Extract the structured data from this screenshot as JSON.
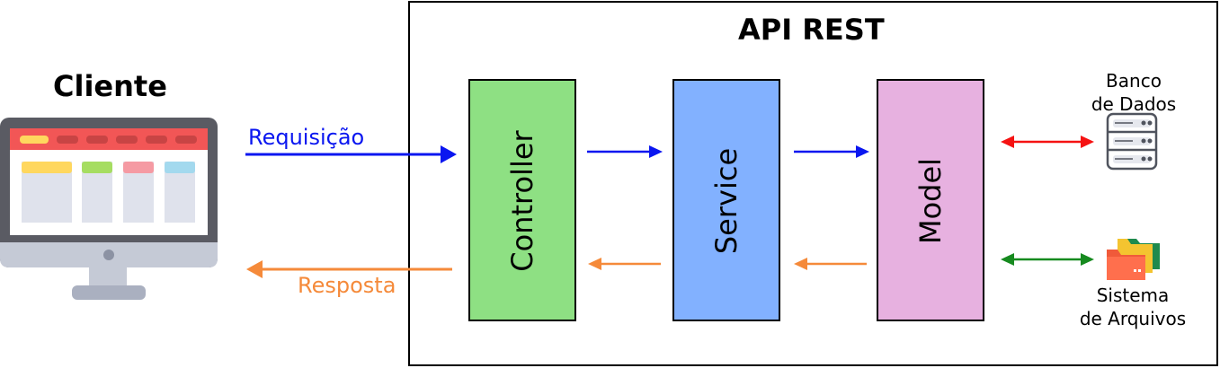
{
  "client": {
    "title": "Cliente"
  },
  "api": {
    "title": "API REST"
  },
  "layers": {
    "controller": "Controller",
    "service": "Service",
    "model": "Model"
  },
  "flows": {
    "request": "Requisição",
    "response": "Resposta"
  },
  "storage": {
    "database_line1": "Banco",
    "database_line2": "de Dados",
    "files_line1": "Sistema",
    "files_line2": "de Arquivos"
  },
  "colors": {
    "controller": "#8ee083",
    "service": "#82b1ff",
    "model": "#e7b1e0",
    "request": "#0a16f0",
    "response": "#f58a3a",
    "database_link": "#f51212",
    "files_link": "#168a1f"
  }
}
